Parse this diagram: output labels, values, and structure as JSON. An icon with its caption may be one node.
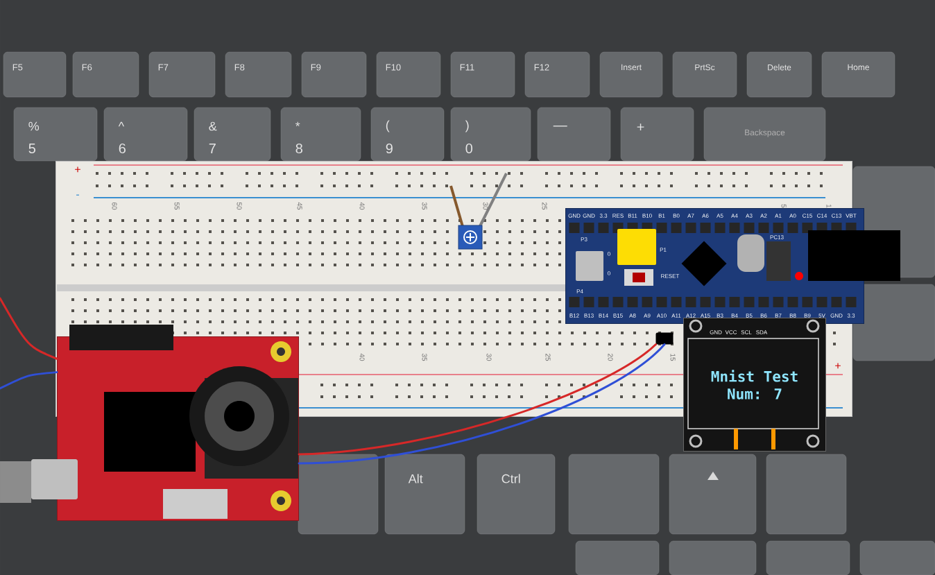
{
  "diagram": {
    "nodes": [
      {
        "text": [],
        "shape": "picture"
      },
      {
        "text": [],
        "shape": "picture",
        "in": 0
      },
      {
        "text": [],
        "shape": "picture",
        "in": 0
      },
      {
        "text": [],
        "shape": "box",
        "in": 0
      },
      {
        "text": [],
        "shape": "picture"
      },
      {
        "text": [
          "Mnist Test",
          "Num: 7"
        ]
      }
    ],
    "edges": [
      {
        "from": 4,
        "to": 3,
        "arrow": "none",
        "color": "#d62828"
      },
      {
        "from": 4,
        "to": 3,
        "arrow": "none",
        "color": "#2f4fd6"
      },
      {
        "from": 4,
        "to": null,
        "arrow": "none",
        "color": "#d62828"
      },
      {
        "from": 4,
        "to": null,
        "arrow": "none",
        "color": "#2f4fd6"
      }
    ],
    "labels": [
      "F5",
      "F6",
      "F7",
      "F8",
      "F9",
      "F10",
      "F11",
      "F12",
      "Insert",
      "PrtSc",
      "Delete",
      "Home",
      "%",
      "5",
      "^",
      "6",
      "&",
      "7",
      "*",
      "8",
      "(",
      "9",
      ")",
      "0",
      "—",
      "+",
      "Backspace",
      "+",
      "-",
      "60",
      "55",
      "50",
      "45",
      "40",
      "35",
      "30",
      "25",
      "5",
      "1",
      "GND",
      "GND",
      "3.3",
      "RES",
      "B11",
      "B10",
      "B1",
      "B0",
      "A7",
      "A6",
      "A5",
      "A4",
      "A3",
      "A2",
      "A1",
      "A0",
      "C15",
      "C14",
      "C13",
      "VBT",
      "P3",
      "0",
      "0",
      "P1",
      "RESET",
      "PC13",
      "P4",
      "B12",
      "B13",
      "B14",
      "B15",
      "A8",
      "A9",
      "A10",
      "A11",
      "A12",
      "A15",
      "B3",
      "B4",
      "B5",
      "B6",
      "B7",
      "B8",
      "B9",
      "5V",
      "GND",
      "3.3",
      "GND",
      "VCC",
      "SCL",
      "SDA",
      "40",
      "35",
      "30",
      "25",
      "20",
      "15",
      "+",
      "Alt",
      "Ctrl"
    ]
  }
}
